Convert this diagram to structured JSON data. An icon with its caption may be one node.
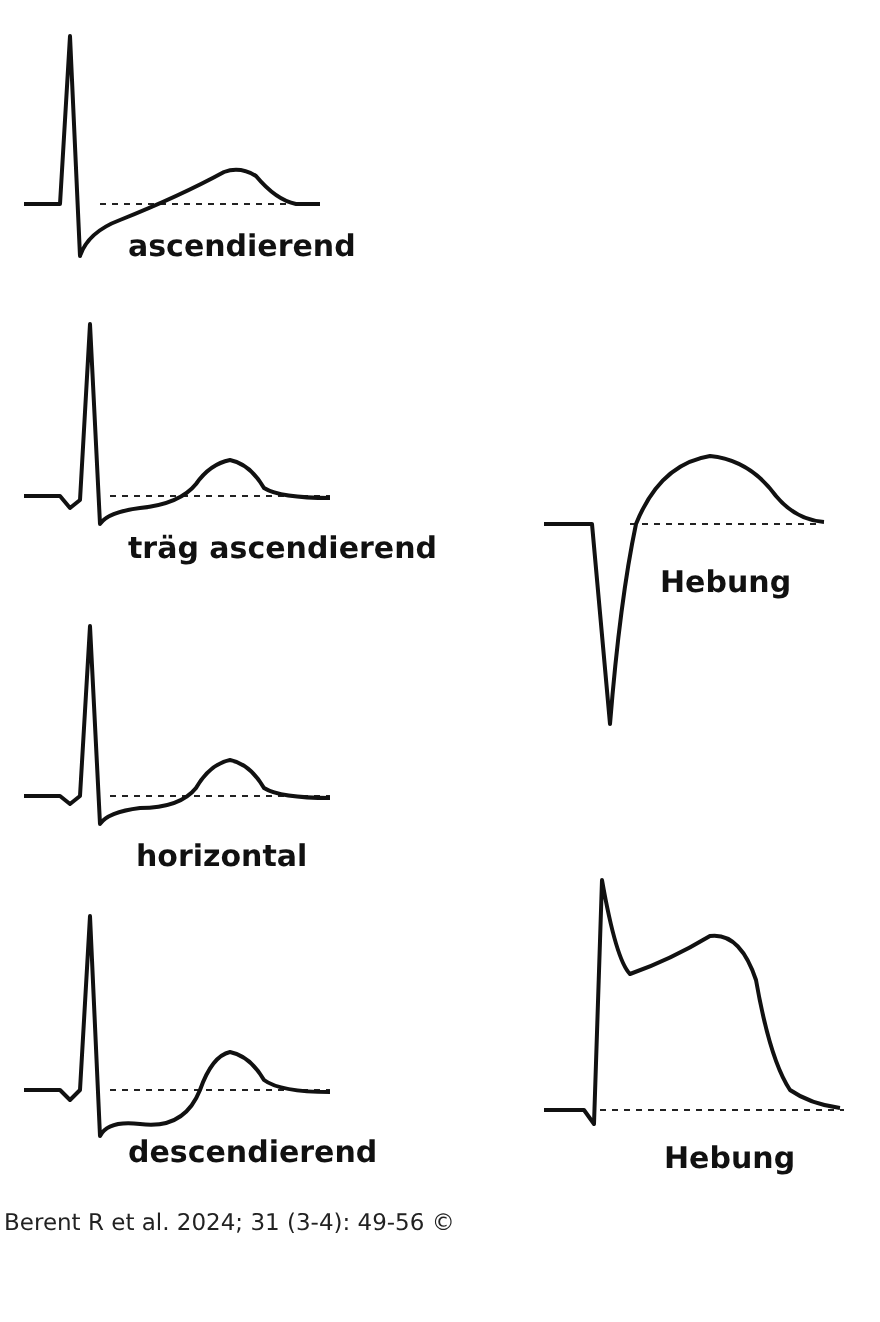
{
  "diagram": {
    "caption": "Berent R et al. 2024; 31 (3-4): 49-56 ©",
    "labels": [
      "ascendierend",
      "träg ascendierend",
      "Hebung",
      "horizontal",
      "descendierend",
      "Hebung"
    ]
  }
}
